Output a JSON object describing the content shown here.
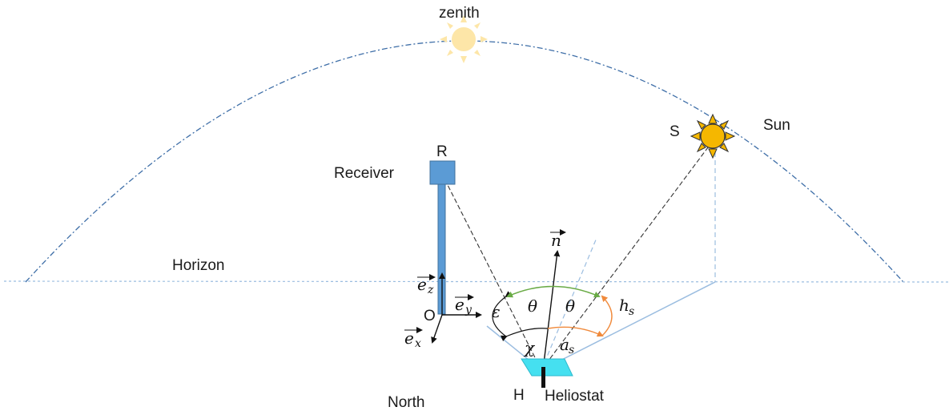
{
  "labels": {
    "zenith": "zenith",
    "sun_point": "S",
    "sun": "Sun",
    "receiver_point": "R",
    "receiver": "Receiver",
    "horizon": "Horizon",
    "origin": "O",
    "north": "North",
    "heliostat_point": "H",
    "heliostat": "Heliostat"
  },
  "vectors": {
    "ez": "e",
    "ez_sub": "z",
    "ey": "e",
    "ey_sub": "y",
    "ex": "e",
    "ex_sub": "x",
    "normal": "n"
  },
  "angles": {
    "epsilon": "ε",
    "theta_left": "θ",
    "theta_right": "θ",
    "h": "h",
    "h_sub": "s",
    "chi": "χ",
    "a": "a",
    "a_sub": "s"
  },
  "colors": {
    "sky_arc": "#3f6fa8",
    "horizon": "#9bbde0",
    "receiver": "#5b9bd5",
    "sun": "#f5b700",
    "sun_faded": "#fde6a8",
    "heliostat": "#45e0f0",
    "green_arc": "#6aab46",
    "orange_arc": "#f08a3c"
  }
}
